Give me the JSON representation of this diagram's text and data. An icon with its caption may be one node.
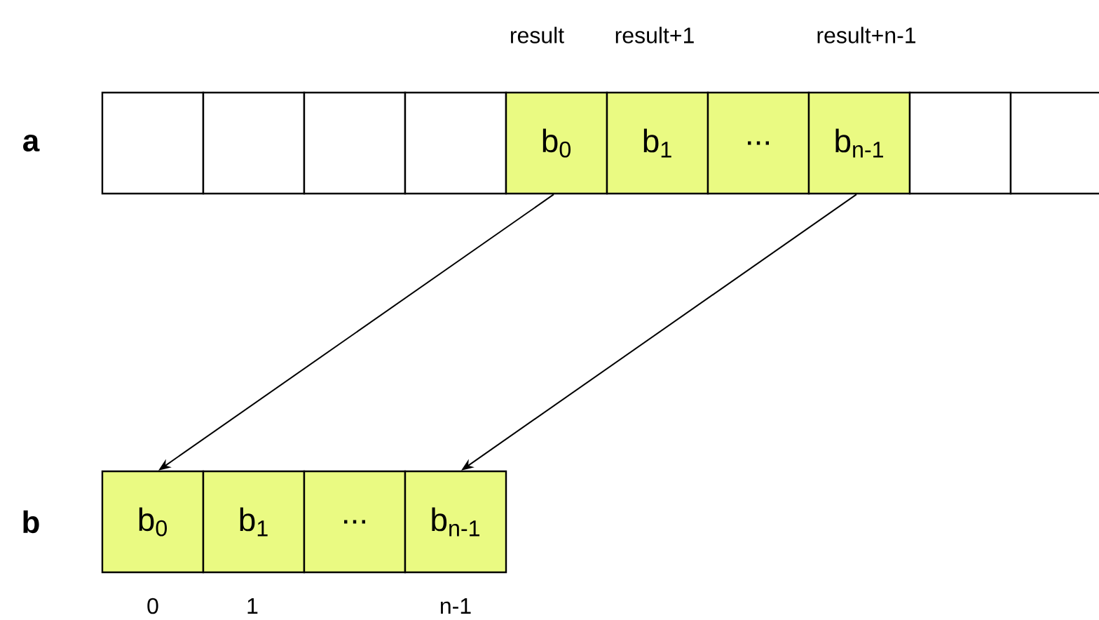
{
  "diagram": {
    "nodes": [
      {
        "text": [],
        "shape": "box"
      },
      {
        "text": [],
        "shape": "box"
      },
      {
        "text": [],
        "shape": "box"
      },
      {
        "text": [],
        "shape": "box"
      },
      {
        "text": [
          "b$_{0}$"
        ],
        "beside": [
          "result"
        ]
      },
      {
        "text": [
          "b$_{1}$"
        ],
        "beside": [
          "result+1"
        ]
      },
      {
        "text": [
          "..."
        ]
      },
      {
        "text": [
          "b$_{n-1}$"
        ],
        "beside": [
          "result+n-1"
        ]
      },
      {
        "text": [],
        "shape": "box"
      },
      {
        "text": [],
        "shape": "box"
      },
      {
        "text": [
          "b$_{0}$"
        ],
        "beside": [
          "0"
        ]
      },
      {
        "text": [
          "b$_{1}$"
        ],
        "beside": [
          "1"
        ]
      },
      {
        "text": [
          "..."
        ]
      },
      {
        "text": [
          "b$_{n-1}$"
        ],
        "beside": [
          "n-1"
        ]
      }
    ],
    "edges": [
      {
        "from": 4,
        "to": 10,
        "arrow": "to"
      },
      {
        "from": 7,
        "to": 13,
        "arrow": "to"
      }
    ],
    "labels": [
      "a",
      "b"
    ]
  }
}
